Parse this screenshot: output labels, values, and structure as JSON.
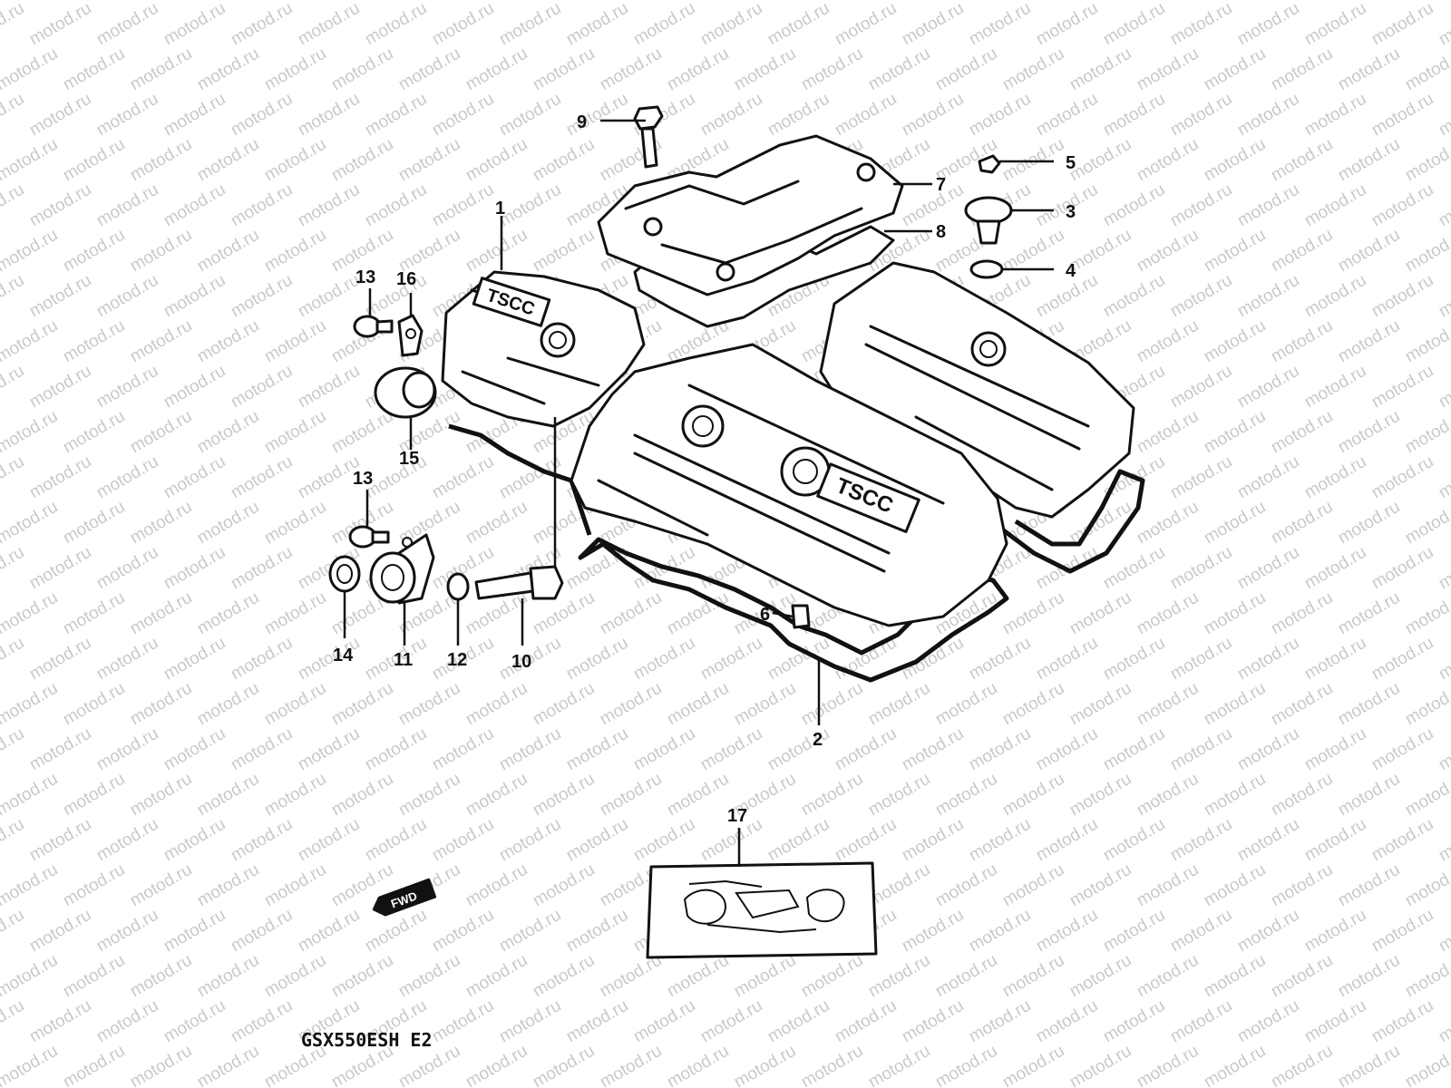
{
  "watermark": "motod.ru",
  "model_code": "GSX550ESH E2",
  "fwd_label": "FWD",
  "logo_text": "TSCC",
  "callouts": [
    "1",
    "2",
    "3",
    "4",
    "5",
    "6",
    "7",
    "8",
    "9",
    "10",
    "11",
    "12",
    "13",
    "13",
    "14",
    "15",
    "16",
    "17"
  ],
  "colors": {
    "ink": "#111111",
    "background": "#ffffff",
    "watermark": "#c9c9c9"
  }
}
